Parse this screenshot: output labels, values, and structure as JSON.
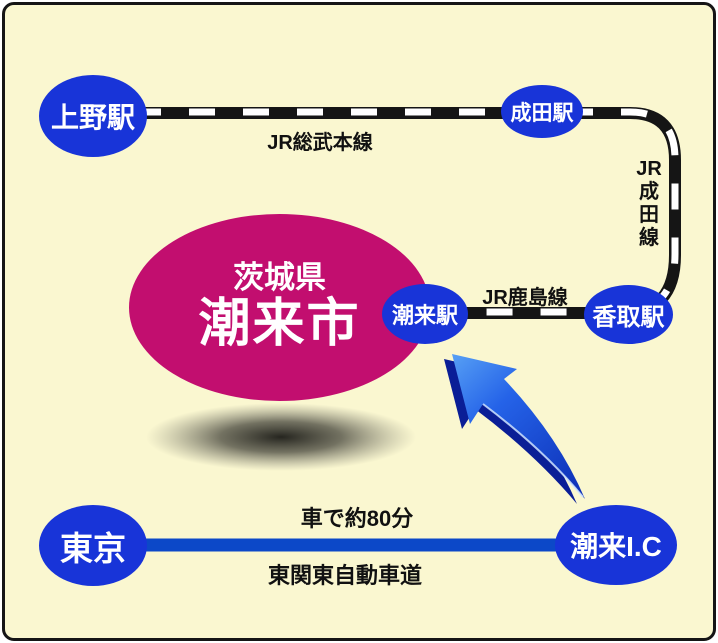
{
  "map": {
    "background": "#FAF7D0",
    "frame_color": "#151515"
  },
  "colors": {
    "station_fill": "#1834D8",
    "station_text": "#FFFFFF",
    "city_fill": "#C20E6F",
    "city_text": "#FFFFFF",
    "railway": "#151515",
    "railway_dash": "#FFFFFF",
    "road": "#0C48C8",
    "label_text": "#111111",
    "arrow_light": "#2563E8",
    "arrow_dark": "#0A1E96"
  },
  "city": {
    "prefecture": "茨城県",
    "name": "潮来市"
  },
  "stations": [
    {
      "id": "ueno",
      "label": "上野駅"
    },
    {
      "id": "narita",
      "label": "成田駅"
    },
    {
      "id": "itako-station",
      "label": "潮来駅"
    },
    {
      "id": "katori",
      "label": "香取駅"
    }
  ],
  "road_points": [
    {
      "id": "tokyo",
      "label": "東京"
    },
    {
      "id": "itako-ic",
      "label": "潮来I.C"
    }
  ],
  "rail_lines": {
    "sobu": {
      "label": "JR総武本線"
    },
    "kashima": {
      "label": "JR鹿島線"
    },
    "narita": {
      "label": "JR成田線",
      "chars": [
        "JR",
        "成",
        "田",
        "線"
      ]
    }
  },
  "expressway": {
    "duration": "車で約80分",
    "name": "東関東自動車道"
  }
}
